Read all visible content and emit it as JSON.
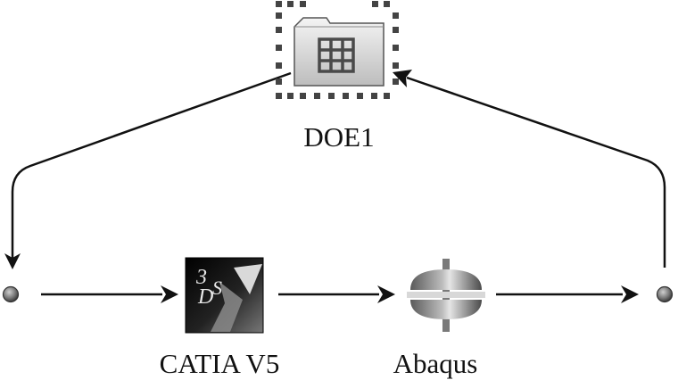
{
  "diagram": {
    "nodes": {
      "doe": {
        "label": "DOE1",
        "icon": "doe-folder-grid-icon",
        "selected": true
      },
      "catia": {
        "label": "CATIA V5",
        "icon": "catia-v5-3ds-logo-icon"
      },
      "abaqus": {
        "label": "Abaqus",
        "icon": "abaqus-logo-icon"
      }
    },
    "connections": [
      {
        "from": "doe",
        "to": "start-port"
      },
      {
        "from": "start-port",
        "to": "catia"
      },
      {
        "from": "catia",
        "to": "abaqus"
      },
      {
        "from": "abaqus",
        "to": "end-port"
      },
      {
        "from": "end-port",
        "to": "doe"
      }
    ]
  }
}
